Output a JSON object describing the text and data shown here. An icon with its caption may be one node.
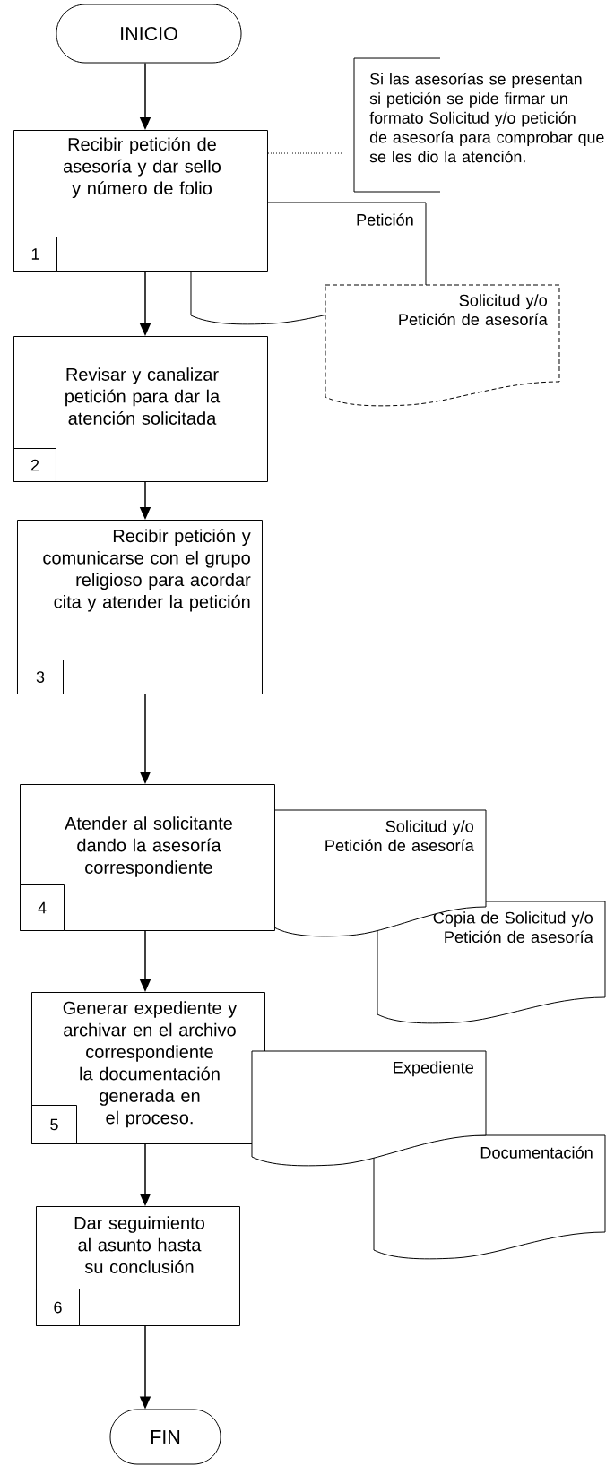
{
  "diagram": {
    "nodes": [
      {
        "text": [
          "INICIO"
        ]
      },
      {
        "text": [
          "Si las asesorías se presentan si petición se pide firmar un formato Solicitud y/o petición de asesoría para comprobar que se les dio la atención."
        ]
      },
      {
        "text": [
          "Recibir petición de asesoría y dar sello y número de folio"
        ]
      },
      {
        "text": [
          "1"
        ],
        "in": 2
      },
      {
        "text": [
          "Petición"
        ]
      },
      {
        "text": [
          "Solicitud y/o Petición de asesoría"
        ]
      },
      {
        "text": [
          "Revisar y  canalizar petición para dar la atención solicitada"
        ]
      },
      {
        "text": [
          "2"
        ],
        "in": 6
      },
      {
        "text": [
          "Recibir petición  y comunicarse con el grupo religioso para acordar  cita y atender la petición"
        ]
      },
      {
        "text": [
          "3"
        ],
        "in": 8
      },
      {
        "text": [
          "Atender al solicitante dando la asesoría correspondiente"
        ]
      },
      {
        "text": [
          "4"
        ],
        "in": 10
      },
      {
        "text": [
          "Solicitud y/o Petición de asesoría"
        ]
      },
      {
        "text": [
          "Copia de Solicitud y/o Petición de asesoría"
        ]
      },
      {
        "text": [
          "Generar expediente y archivar en el archivo correspondiente la documentación generada en el proceso."
        ]
      },
      {
        "text": [
          "5"
        ],
        "in": 14
      },
      {
        "text": [
          "Expediente"
        ]
      },
      {
        "text": [
          "Documentación"
        ]
      },
      {
        "text": [
          "Dar seguimiento al asunto hasta su conclusión"
        ]
      },
      {
        "text": [
          "6"
        ],
        "in": 18
      },
      {
        "text": [
          "FIN"
        ]
      }
    ],
    "edges": [
      {
        "from": 0,
        "to": 2,
        "arrow": "to"
      },
      {
        "from": 2,
        "to": 1,
        "arrow": "none",
        "style": "dashed"
      },
      {
        "from": 2,
        "to": 6,
        "arrow": "to"
      },
      {
        "from": 6,
        "to": 8,
        "arrow": "to"
      },
      {
        "from": 8,
        "to": 10,
        "arrow": "to"
      },
      {
        "from": 10,
        "to": 14,
        "arrow": "to"
      },
      {
        "from": 14,
        "to": 18,
        "arrow": "to"
      },
      {
        "from": 18,
        "to": 20,
        "arrow": "to"
      }
    ]
  }
}
